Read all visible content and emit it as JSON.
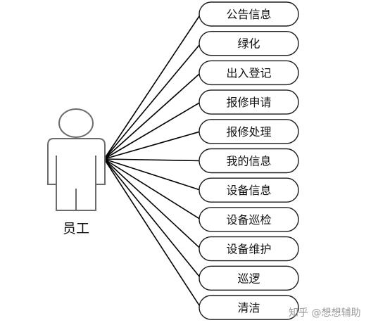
{
  "actor": {
    "name": "员工"
  },
  "use_cases": [
    "公告信息",
    "绿化",
    "出入登记",
    "报修申请",
    "报修处理",
    "我的信息",
    "设备信息",
    "设备巡检",
    "设备维护",
    "巡逻",
    "清洁"
  ],
  "watermark": "知乎 @想想辅助"
}
